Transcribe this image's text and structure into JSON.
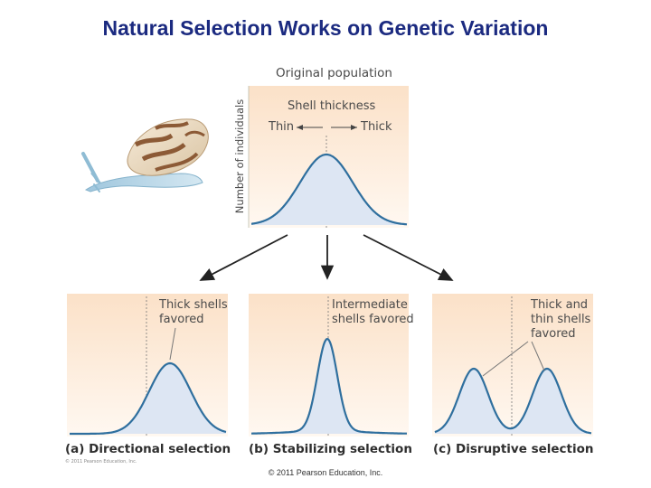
{
  "slide": {
    "title": "Natural Selection Works on Genetic Variation",
    "footer": "© 2011 Pearson Education, Inc."
  },
  "original": {
    "title": "Original population",
    "y_axis": "Number of individuals",
    "trait": "Shell thickness",
    "thin": "Thin",
    "thick": "Thick"
  },
  "panels": [
    {
      "title": "(a) Directional selection",
      "note_line1": "Thick shells",
      "note_line2": "favored"
    },
    {
      "title": "(b) Stabilizing selection",
      "note_line1": "Intermediate",
      "note_line2": "shells favored"
    },
    {
      "title": "(c) Disruptive selection",
      "note_line1": "Thick and",
      "note_line2": "thin shells",
      "note_line3": "favored"
    }
  ],
  "small_credit": "© 2011 Pearson Education, Inc.",
  "colors": {
    "title": "#1b2a80",
    "curve": "#2f6f9e",
    "fill": "#dde6f3",
    "bg_top": "#fbe3cc",
    "bg_bottom": "#fff7ef"
  },
  "icons": {
    "snail": "snail-illustration"
  }
}
